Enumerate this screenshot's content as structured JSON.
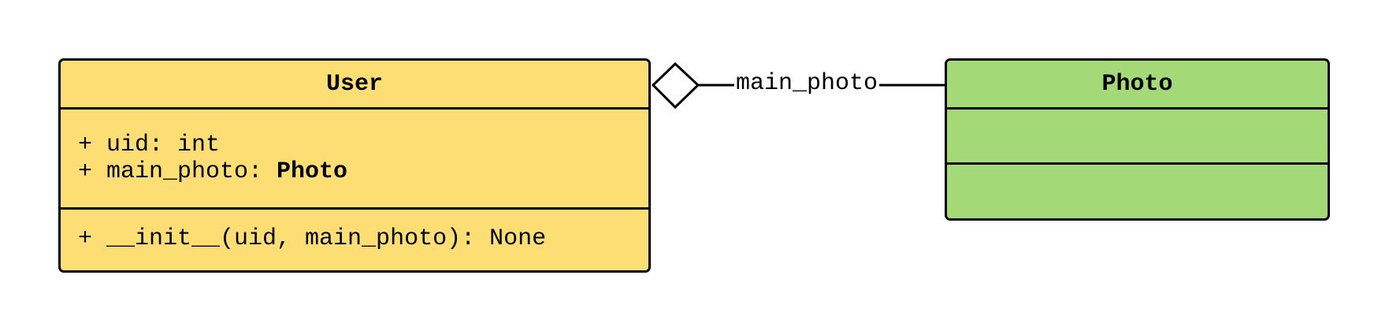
{
  "classes": {
    "user": {
      "name": "User",
      "color": "#fdde74",
      "attributes": [
        {
          "text": "+ uid: int",
          "type": ""
        },
        {
          "text": "+ main_photo: ",
          "type": "Photo"
        }
      ],
      "methods": [
        "+ __init__(uid, main_photo): None"
      ]
    },
    "photo": {
      "name": "Photo",
      "color": "#a3d977",
      "attributes": [],
      "methods": []
    }
  },
  "relation": {
    "type": "aggregation",
    "label": "main_photo",
    "from": "User",
    "to": "Photo"
  }
}
